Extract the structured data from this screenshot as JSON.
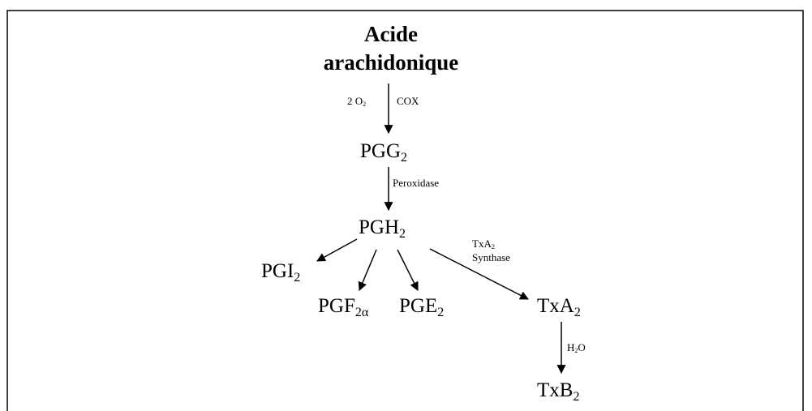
{
  "title": {
    "line1": "Acide",
    "line2": "arachidonique"
  },
  "step1": {
    "left": {
      "base": "2 O",
      "sub": "2"
    },
    "right": "COX"
  },
  "pgg2": {
    "base": "PGG",
    "sub": "2"
  },
  "step2": {
    "label": "Peroxidase"
  },
  "pgh2": {
    "base": "PGH",
    "sub": "2"
  },
  "pgi2": {
    "base": "PGI",
    "sub": "2"
  },
  "pgf2a": {
    "base": "PGF",
    "sub": "2α"
  },
  "pge2": {
    "base": "PGE",
    "sub": "2"
  },
  "txa2": {
    "base": "TxA",
    "sub": "2"
  },
  "txa2_synthase": {
    "line1_base": "TxA",
    "line1_sub": "2",
    "line2": "Synthase"
  },
  "step_h2o": {
    "base": "H",
    "sub": "2",
    "rest": "O"
  },
  "txb2": {
    "base": "TxB",
    "sub": "2"
  }
}
